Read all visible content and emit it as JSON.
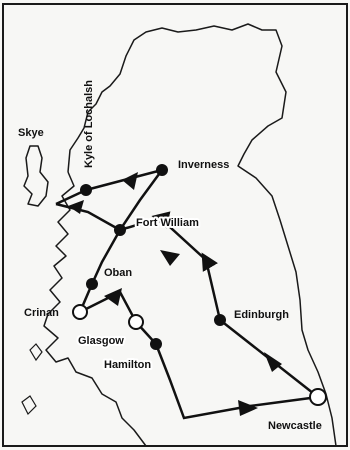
{
  "map": {
    "colors": {
      "background": "#f7f7f5",
      "frame": "#1a1a1a",
      "coast": "#1a1a1a",
      "route": "#111111",
      "town_filled": "#111111",
      "town_open": "#ffffff"
    },
    "places": {
      "skye": "Skye",
      "kyle_of_lochalsh": "Kyle of Lochalsh",
      "inverness": "Inverness",
      "fort_william": "Fort William",
      "oban": "Oban",
      "crinan": "Crinan",
      "glasgow": "Glasgow",
      "hamilton": "Hamilton",
      "edinburgh": "Edinburgh",
      "newcastle": "Newcastle"
    }
  }
}
